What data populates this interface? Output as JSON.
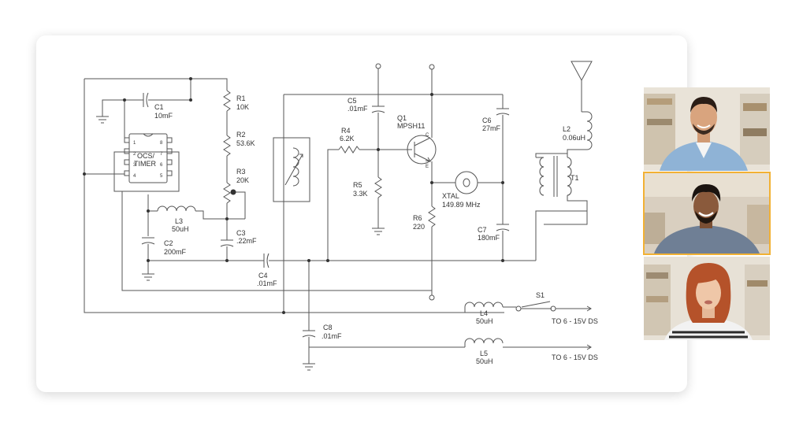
{
  "labels": {
    "c1_name": "C1",
    "c1_val": "10mF",
    "ic_line1": "OCS/",
    "ic_line2": "TIMER",
    "pin1": "1",
    "pin2": "2",
    "pin3": "3",
    "pin4": "4",
    "pin5": "5",
    "pin6": "6",
    "pin7": "7",
    "pin8": "8",
    "r1_name": "R1",
    "r1_val": "10K",
    "r2_name": "R2",
    "r2_val": "53.6K",
    "r3_name": "R3",
    "r3_val": "20K",
    "l3_name": "L3",
    "l3_val": "50uH",
    "c2_name": "C2",
    "c2_val": "200mF",
    "c3_name": "C3",
    "c3_val": ".22mF",
    "c4_name": "C4",
    "c4_val": ".01mF",
    "c5_name": "C5",
    "c5_val": ".01mF",
    "r4_name": "R4",
    "r4_val": "6.2K",
    "r5_name": "R5",
    "r5_val": "3.3K",
    "q1_name": "Q1",
    "q1_val": "MPSH11",
    "q1_c": "C",
    "q1_e": "E",
    "r6_name": "R6",
    "r6_val": "220",
    "xtal_name": "XTAL",
    "xtal_val": "149.89 MHz",
    "c6_name": "C6",
    "c6_val": "27mF",
    "c7_name": "C7",
    "c7_val": "180mF",
    "l2_name": "L2",
    "l2_val": "0.06uH",
    "t1_name": "T1",
    "c8_name": "C8",
    "c8_val": ".01mF",
    "l4_name": "L4",
    "l4_val": "50uH",
    "l5_name": "L5",
    "l5_val": "50uH",
    "s1_name": "S1",
    "out1": "TO 6 - 15V DS",
    "out2": "TO 6 - 15V DS"
  },
  "participants": [
    {
      "name": "participant-1",
      "shirt": "#8fb3d6",
      "skin": "#d9a47e",
      "hair": "#2a1d16",
      "bg": "#e9e3d8"
    },
    {
      "name": "participant-2",
      "shirt": "#6f7f95",
      "skin": "#8a5a3c",
      "hair": "#1b1410",
      "bg": "#d9cfc0"
    },
    {
      "name": "participant-3",
      "shirt": "#f2f2f2",
      "skin": "#efc7a8",
      "hair": "#b5522a",
      "bg": "#e7e1d6"
    }
  ],
  "colors": {
    "wire": "#555555",
    "active_border": "#f2b134"
  }
}
